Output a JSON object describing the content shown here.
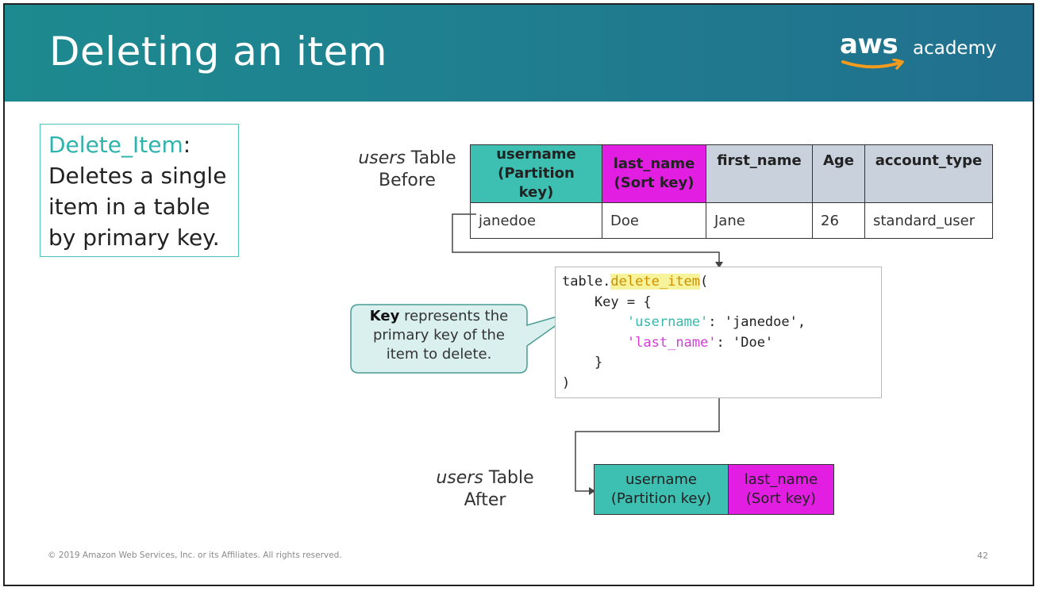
{
  "slide": {
    "title": "Deleting an item",
    "logo": {
      "primary": "aws",
      "secondary": "academy",
      "icon": "aws-smile-arrow-icon"
    },
    "colors": {
      "header": "#1f7f8f",
      "partition_key": "#3dbfb2",
      "sort_key": "#e21ee3",
      "attribute_header": "#c9d1dc",
      "highlight": "#f7f39a"
    }
  },
  "definition": {
    "term": "Delete_Item",
    "separator": ":",
    "description": "Deletes a single item in a table by primary key."
  },
  "before": {
    "caption_italic": "users",
    "caption_rest": "Table",
    "caption_line2": "Before",
    "headers": [
      {
        "name": "username",
        "note": "(Partition key)"
      },
      {
        "name": "last_name",
        "note": "(Sort key)"
      },
      {
        "name": "first_name"
      },
      {
        "name": "Age"
      },
      {
        "name": "account_type"
      }
    ],
    "row": [
      "janedoe",
      "Doe",
      "Jane",
      "26",
      "standard_user"
    ]
  },
  "code": {
    "obj": "table.",
    "method": "delete_item",
    "open_paren": "(",
    "key_line": "    Key = {",
    "k1_q1": "'",
    "k1": "username",
    "k1_q2": "'",
    "v1": ": 'janedoe',",
    "k2_q1": "'",
    "k2": "last_name",
    "k2_q2": "'",
    "v2": ": 'Doe'",
    "close_brace": "    }",
    "close_paren": ")"
  },
  "callout": {
    "bold": "Key",
    "line1_rest": " represents the",
    "line2": "primary key of the",
    "line3": "item to delete."
  },
  "after": {
    "caption_italic": "users",
    "caption_rest": "Table",
    "caption_line2": "After",
    "headers": [
      {
        "name": "username",
        "note": "(Partition key)"
      },
      {
        "name": "last_name",
        "note": "(Sort key)"
      }
    ]
  },
  "footer": {
    "copyright": "© 2019 Amazon Web Services, Inc. or its Affiliates. All rights reserved.",
    "page_number": "42"
  }
}
